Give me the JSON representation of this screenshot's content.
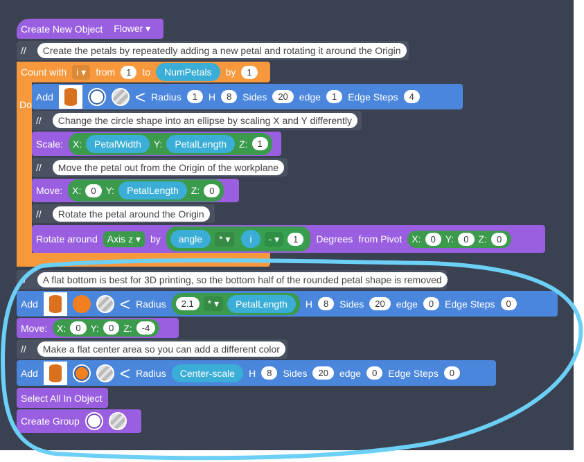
{
  "create": {
    "label": "Create New Object",
    "object": "Flower ▾"
  },
  "comments": [
    "Create the petals by repeatedly adding a new petal and rotating it around the Origin",
    "Change the circle shape into an ellipse by scaling X and Y differently",
    "Move the petal out from the Origin of the workplane",
    "Rotate the petal around the Origin",
    "A flat bottom is best for 3D printing, so the bottom half of the rounded petal shape is removed",
    "Make a flat center area so you can add a different color"
  ],
  "slash": "//",
  "count": {
    "label": "Count with",
    "var": "i ▾",
    "from": "from",
    "from_val": "1",
    "to": "to",
    "to_val": "NumPetals",
    "by": "by",
    "by_val": "1",
    "do": "Do"
  },
  "add": {
    "label": "Add",
    "radius": "Radius",
    "h": "H",
    "sides": "Sides",
    "edge": "edge",
    "edge_steps": "Edge Steps",
    "chevron": "<"
  },
  "add1": {
    "radius": "1",
    "h": "8",
    "sides": "20",
    "edge": "1",
    "steps": "4"
  },
  "scale": {
    "label": "Scale:",
    "x": "X:",
    "xv": "PetalWidth",
    "y": "Y:",
    "yv": "PetalLength",
    "z": "Z:",
    "zv": "1"
  },
  "move1": {
    "label": "Move:",
    "x": "X:",
    "xv": "0",
    "y": "Y:",
    "yv": "PetalLength",
    "z": "Z:",
    "zv": "0"
  },
  "rotate": {
    "label": "Rotate around",
    "axis": "Axis z ▾",
    "by": "by",
    "a": "angle",
    "op1": "* ▾",
    "i": "i",
    "op2": "- ▾",
    "n": "1",
    "deg": "Degrees",
    "pivot": "from Pivot",
    "x": "X:",
    "xv": "0",
    "y": "Y:",
    "yv": "0",
    "z": "Z:",
    "zv": "0"
  },
  "add2": {
    "r1": "2.1",
    "op": "* ▾",
    "r2": "PetalLength",
    "h": "8",
    "sides": "20",
    "edge": "0",
    "steps": "0"
  },
  "move2": {
    "label": "Move:",
    "x": "X:",
    "xv": "0",
    "y": "Y:",
    "yv": "0",
    "z": "Z:",
    "zv": "-4"
  },
  "add3": {
    "radius": "Center-scale",
    "h": "8",
    "sides": "20",
    "edge": "0",
    "steps": "0"
  },
  "select": "Select All In Object",
  "group": "Create Group",
  "colors": {
    "purple": "#9a5fe0",
    "blue": "#4a86dc",
    "orange": "#f7983c",
    "highlight": "#6ccff6"
  }
}
